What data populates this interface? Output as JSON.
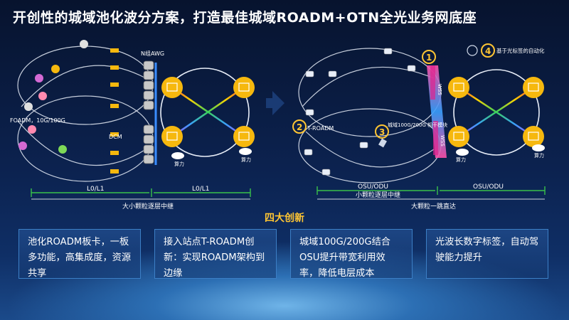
{
  "title": "开创性的城域池化波分方案，打造最佳城域ROADM+OTN全光业务网底座",
  "left": {
    "labels": {
      "awg": "N组AWG",
      "foadm": "FOADM，10G/100G",
      "dcm": "DCM",
      "power": "算力",
      "l0_left": "L0/L1",
      "l0_right": "L0/L1",
      "relay": "大小颗粒逐层中继"
    }
  },
  "right": {
    "labels": {
      "auto": "基于光标签的自动化",
      "troadm": "T-ROADM",
      "module": "城域100G/200G\n相干模块",
      "wss": "WSS",
      "power": "算力",
      "osu_left": "OSU/ODU",
      "osu_right": "OSU/ODU",
      "small_relay": "小颗粒逐层中继",
      "big_direct": "大颗粒一跳直达"
    },
    "markers": [
      "1",
      "2",
      "3",
      "4"
    ]
  },
  "innovation_title": "四大创新",
  "boxes": [
    "池化ROADM板卡，一板多功能，高集成度，资源共享",
    "接入站点T-ROADM创新：实现ROADM架构到边缘",
    "城域100G/200G结合OSU提升带宽利用效率，降低电层成本",
    "光波长数字标签，自动驾驶能力提升"
  ],
  "colors": {
    "accent": "#ffc533",
    "node": "#f6b80e",
    "ring": "#e8eef8",
    "green": "#39c24a",
    "magenta": "#e0228e"
  }
}
